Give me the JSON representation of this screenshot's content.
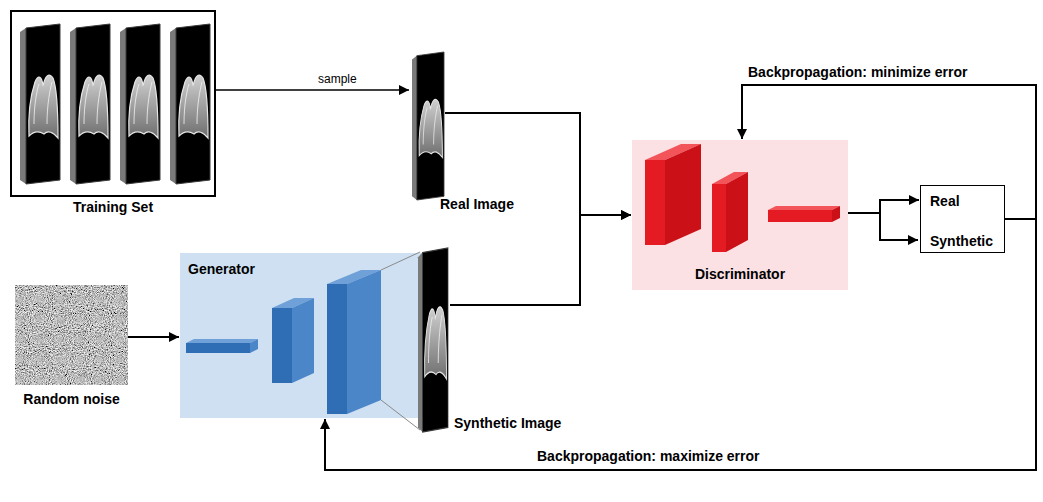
{
  "diagram": {
    "nodes": [
      {
        "text": [
          "Training Set"
        ]
      },
      {
        "text": [
          "Real Image"
        ]
      },
      {
        "text": [
          "Discriminator"
        ]
      },
      {
        "text": [
          "Real",
          "Synthetic"
        ]
      },
      {
        "text": [
          "Random noise"
        ]
      },
      {
        "text": [
          "Generator"
        ]
      },
      {
        "text": [
          "Synthetic Image"
        ]
      }
    ],
    "edges": [
      {
        "from": 0,
        "to": 1,
        "label": "sample",
        "arrow": "to"
      },
      {
        "from": 1,
        "to": 2,
        "arrow": "to"
      },
      {
        "from": 6,
        "to": 2,
        "arrow": "to"
      },
      {
        "from": 2,
        "to": 3,
        "arrow": "to"
      },
      {
        "from": 3,
        "to": 2,
        "label": "Backpropagation: minimize error",
        "arrow": "to"
      },
      {
        "from": 4,
        "to": 5,
        "arrow": "to"
      },
      {
        "from": 3,
        "to": 5,
        "label": "Backpropagation: maximize error",
        "arrow": "to"
      }
    ]
  }
}
